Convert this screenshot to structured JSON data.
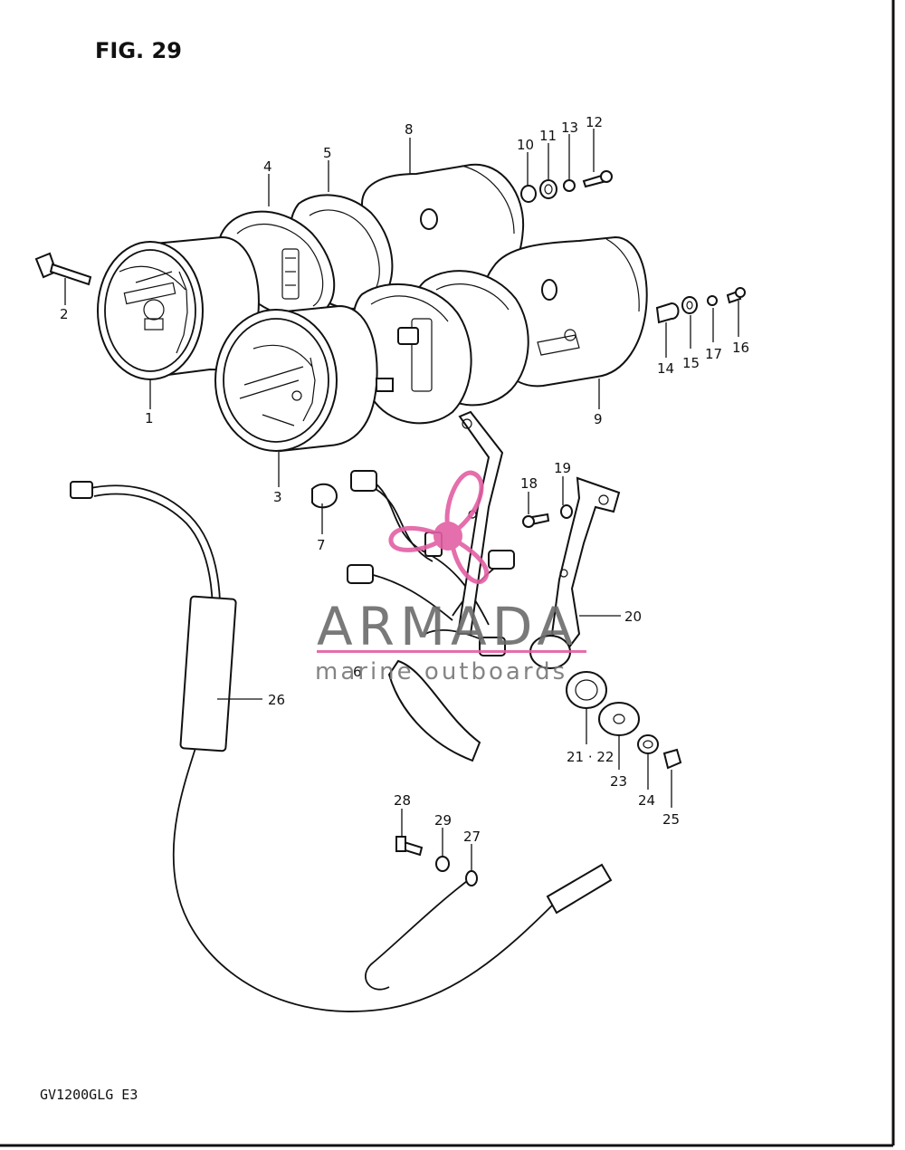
{
  "figure": {
    "title": "FIG. 29",
    "model": "GV1200GLG  E3"
  },
  "watermark": {
    "brand": "ARMADA",
    "tagline": "marine outboards",
    "accent_color": "#e35fa4"
  },
  "callouts": [
    "1",
    "2",
    "3",
    "4",
    "5",
    "6",
    "7",
    "8",
    "9",
    "10",
    "11",
    "12",
    "13",
    "14",
    "15",
    "16",
    "17",
    "18",
    "19",
    "20",
    "21 · 22",
    "23",
    "24",
    "25",
    "26",
    "27",
    "28",
    "29"
  ],
  "colors": {
    "line": "#111111",
    "background": "#ffffff"
  }
}
